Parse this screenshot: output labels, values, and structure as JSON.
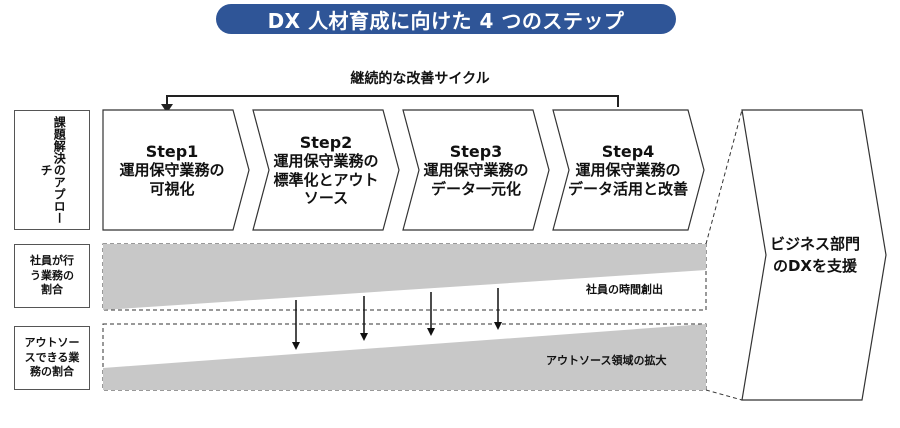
{
  "title": "DX 人材育成に向けた 4 つのステップ",
  "cycle_label": "継続的な改善サイクル",
  "row_labels": {
    "approach": "課題解決のアプローチ",
    "employee_work": [
      "社員が行",
      "う業務の",
      "割合"
    ],
    "outsource_work": [
      "アウトソー",
      "スできる業",
      "務の割合"
    ]
  },
  "steps": [
    {
      "number": "Step1",
      "lines": [
        "運用保守業務の",
        "可視化"
      ]
    },
    {
      "number": "Step2",
      "lines": [
        "運用保守業務の",
        "標準化とアウト",
        "ソース"
      ]
    },
    {
      "number": "Step3",
      "lines": [
        "運用保守業務の",
        "データ一元化"
      ]
    },
    {
      "number": "Step4",
      "lines": [
        "運用保守業務の",
        "データ活用と改善"
      ]
    }
  ],
  "bands": {
    "employee_time": "社員の時間創出",
    "outsource_expansion": "アウトソース領域の拡大"
  },
  "target": [
    "ビジネス部門",
    "のDXを支援"
  ],
  "colors": {
    "title_bg": "#2f5597",
    "band_fill": "#c8c8c8",
    "line": "#333333"
  }
}
